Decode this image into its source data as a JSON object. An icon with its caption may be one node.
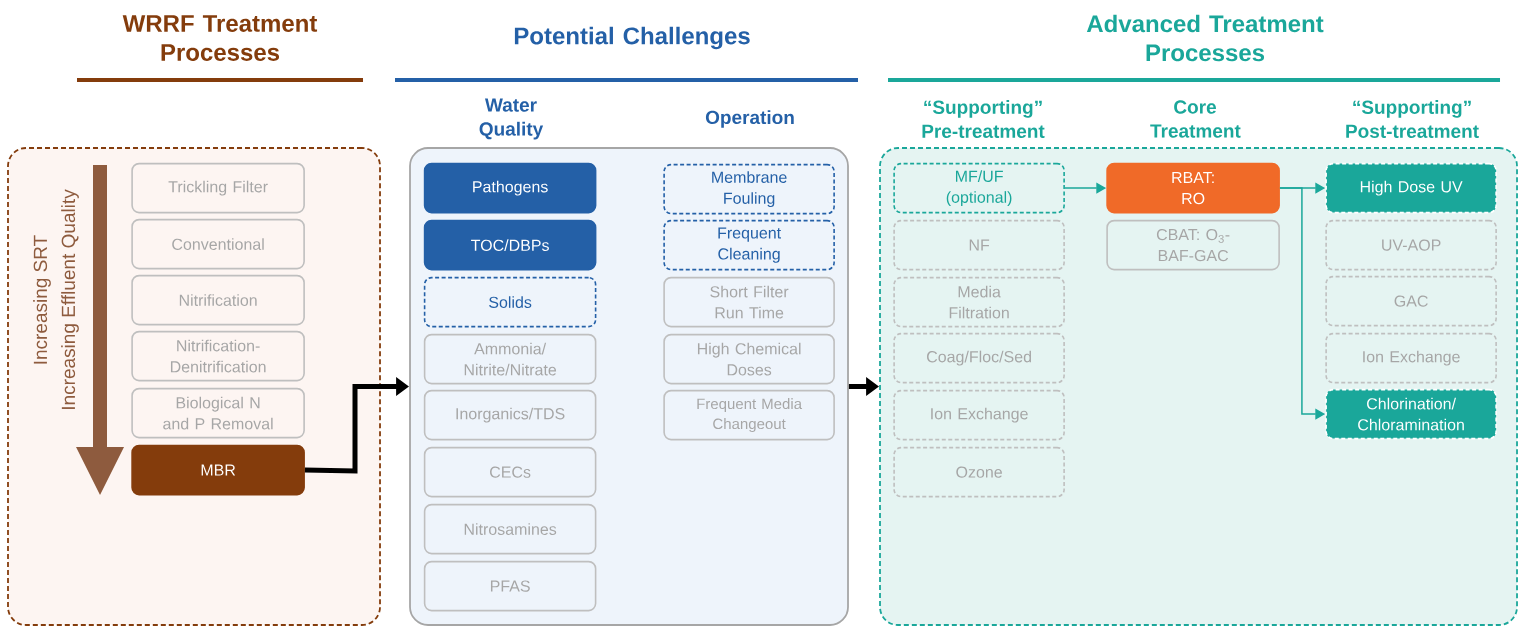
{
  "diagram": {
    "nodes": [
      {
        "text": [
          "WRRF Treatment Processes"
        ]
      },
      {
        "text": [
          "Trickling Filter"
        ],
        "in": 0
      },
      {
        "text": [
          "Conventional"
        ],
        "in": 0
      },
      {
        "text": [
          "Nitrification"
        ],
        "in": 0
      },
      {
        "text": [
          "Nitrification-Denitrification"
        ],
        "in": 0
      },
      {
        "text": [
          "Biological N and P Removal"
        ],
        "in": 0
      },
      {
        "text": [
          "MBR"
        ],
        "in": 0
      },
      {
        "text": [
          "Potential Challenges",
          "Water Quality",
          "Operation"
        ]
      },
      {
        "text": [
          "Pathogens"
        ],
        "in": 7
      },
      {
        "text": [
          "TOC/DBPs"
        ],
        "in": 7
      },
      {
        "text": [
          "Solids"
        ],
        "in": 7
      },
      {
        "text": [
          "Ammonia/ Nitrite/Nitrate"
        ],
        "in": 7
      },
      {
        "text": [
          "Inorganics/TDS"
        ],
        "in": 7
      },
      {
        "text": [
          "CECs"
        ],
        "in": 7
      },
      {
        "text": [
          "Nitrosamines"
        ],
        "in": 7
      },
      {
        "text": [
          "PFAS"
        ],
        "in": 7
      },
      {
        "text": [
          "Membrane Fouling"
        ],
        "in": 7
      },
      {
        "text": [
          "Frequent Cleaning"
        ],
        "in": 7
      },
      {
        "text": [
          "Short Filter Run Time"
        ],
        "in": 7
      },
      {
        "text": [
          "High Chemical Doses"
        ],
        "in": 7
      },
      {
        "text": [
          "Frequent Media Changeout"
        ],
        "in": 7
      },
      {
        "text": [
          "Advanced Treatment Processes",
          "“Supporting” Pre-treatment",
          "Core Treatment",
          "“Supporting” Post-treatment"
        ]
      },
      {
        "text": [
          "MF/UF (optional)"
        ],
        "in": 21
      },
      {
        "text": [
          "NF"
        ],
        "in": 21
      },
      {
        "text": [
          "Media Filtration"
        ],
        "in": 21
      },
      {
        "text": [
          "Coag/Floc/Sed"
        ],
        "in": 21
      },
      {
        "text": [
          "Ion Exchange"
        ],
        "in": 21
      },
      {
        "text": [
          "Ozone"
        ],
        "in": 21
      },
      {
        "text": [
          "RBAT: RO"
        ],
        "in": 21
      },
      {
        "text": [
          "CBAT: O$_{3}$-BAF-GAC"
        ],
        "in": 21
      },
      {
        "text": [
          "High Dose UV"
        ],
        "in": 21
      },
      {
        "text": [
          "UV-AOP"
        ],
        "in": 21
      },
      {
        "text": [
          "GAC"
        ],
        "in": 21
      },
      {
        "text": [
          "Ion Exchange"
        ],
        "in": 21
      },
      {
        "text": [
          "Chlorination/ Chloramination"
        ],
        "in": 21
      }
    ],
    "edges": [
      {
        "from": 6,
        "to": 7,
        "arrow": "to",
        "style": "thick",
        "color": "#000000"
      },
      {
        "from": 7,
        "to": 21,
        "arrow": "to",
        "style": "thick",
        "color": "#000000"
      },
      {
        "from": 22,
        "to": 28,
        "arrow": "to"
      },
      {
        "from": 28,
        "to": 30,
        "arrow": "to"
      },
      {
        "from": 28,
        "to": 34,
        "arrow": "to"
      }
    ],
    "labels": [
      "Increasing SRT",
      "Increasing Effluent Quality"
    ]
  }
}
